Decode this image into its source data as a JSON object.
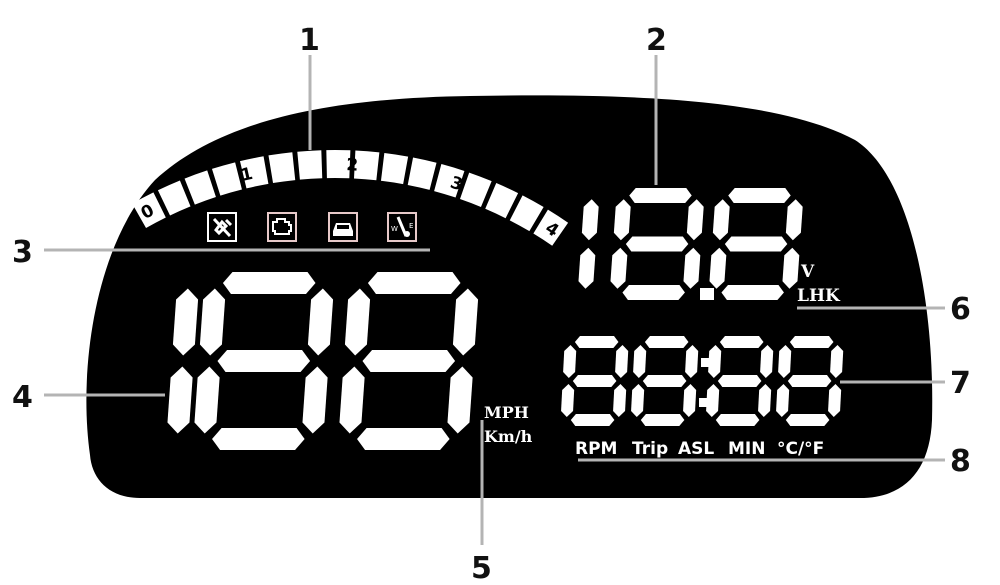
{
  "gear_scale": [
    "0",
    "1",
    "2",
    "3",
    "4"
  ],
  "warning_icons": [
    {
      "name": "gps-off-icon"
    },
    {
      "name": "engine-check-icon"
    },
    {
      "name": "vehicle-icon"
    },
    {
      "name": "water-temp-icon"
    }
  ],
  "voltage_display": {
    "unit": "V",
    "sub_unit": "LHK"
  },
  "speed_units": {
    "primary": "MPH",
    "secondary": "Km/h"
  },
  "bottom_labels": [
    "RPM",
    "Trip",
    "ASL",
    "MIN",
    "°C/°F"
  ],
  "callouts": [
    "1",
    "2",
    "3",
    "4",
    "5",
    "6",
    "7",
    "8"
  ],
  "colors": {
    "display_bg": "#000000",
    "segment": "#ffffff",
    "callout_line": "#b4b4b4"
  }
}
